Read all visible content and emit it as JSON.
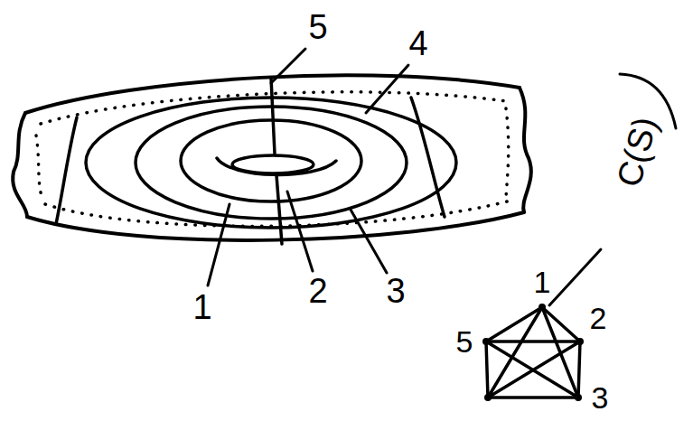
{
  "diagram": {
    "labels": [
      "5",
      "4",
      "C(S)",
      "1",
      "2",
      "3",
      "1",
      "2",
      "5",
      "3"
    ]
  }
}
